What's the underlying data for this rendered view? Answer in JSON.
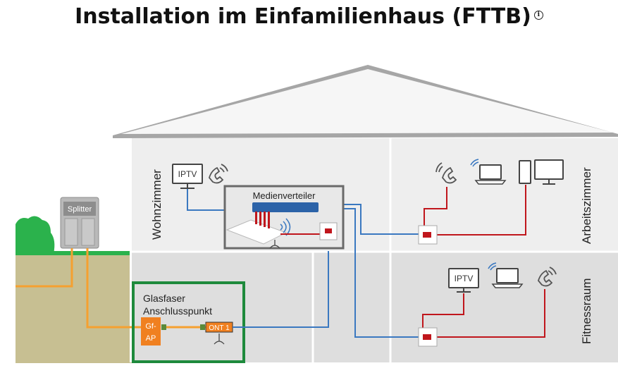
{
  "title": "Installation im Einfamilienhaus (FTTB)",
  "info_icon_glyph": "i",
  "rooms": {
    "wohnzimmer": "Wohnzimmer",
    "arbeitszimmer": "Arbeitszimmer",
    "fitnessraum": "Fitnessraum"
  },
  "devices": {
    "splitter": "Splitter",
    "medienverteiler": "Medienverteiler",
    "iptv_wohnzimmer": "IPTV",
    "iptv_fitnessraum": "IPTV",
    "gf_ap_line1": "Gf-",
    "gf_ap_line2": "AP",
    "ont": "ONT 1"
  },
  "anschlusspunkt": {
    "line1": "Glasfaser",
    "line2": "Anschlusspunkt"
  },
  "colors": {
    "fiber": "#f5a030",
    "lan_blue": "#3a78c0",
    "phone_red": "#c0161c",
    "anschluss_border": "#1e8a3c",
    "gf_ap_fill": "#f08020",
    "grass": "#2bb24c",
    "ground": "#c7bf92",
    "roof": "#9c9c9c",
    "house_upper": "#f1f1f1",
    "house_lower": "#e0e0e0"
  }
}
